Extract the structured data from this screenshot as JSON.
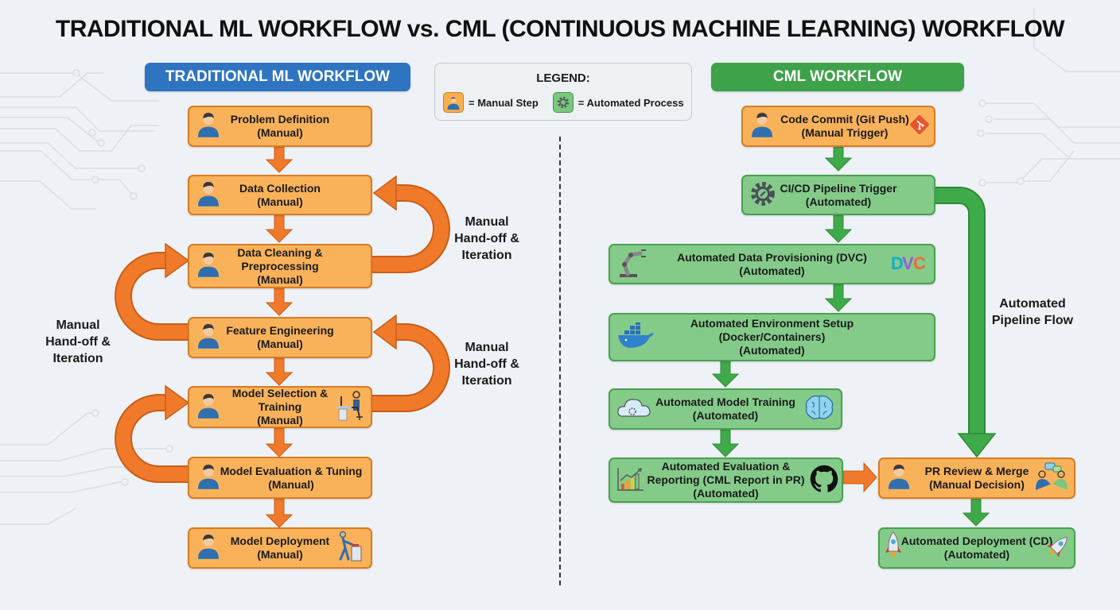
{
  "title": "TRADITIONAL ML WORKFLOW vs. CML (CONTINUOUS MACHINE LEARNING) WORKFLOW",
  "legend": {
    "title": "LEGEND:",
    "manual_label": "= Manual Step",
    "manual_icon": "person-icon",
    "automated_label": "= Automated Process",
    "automated_icon": "gear-icon"
  },
  "colors": {
    "manual_fill": "#f9b25a",
    "manual_border": "#d97c22",
    "automated_fill": "#84cb8a",
    "automated_border": "#48a150",
    "traditional_header": "#2f74c0",
    "cml_header": "#3da24a",
    "manual_arrow": "#f07a2a",
    "automated_arrow": "#3faa4a"
  },
  "traditional": {
    "header": "TRADITIONAL ML WORKFLOW",
    "steps": [
      {
        "label": "Problem Definition\n(Manual)",
        "type": "manual",
        "left_icon": "person-icon"
      },
      {
        "label": "Data Collection\n(Manual)",
        "type": "manual",
        "left_icon": "person-icon"
      },
      {
        "label": "Data Cleaning &\nPreprocessing\n(Manual)",
        "type": "manual",
        "left_icon": "person-icon"
      },
      {
        "label": "Feature Engineering\n(Manual)",
        "type": "manual",
        "left_icon": "person-icon"
      },
      {
        "label": "Model Selection &\nTraining\n(Manual)",
        "type": "manual",
        "left_icon": "person-icon",
        "right_icon": "person-at-desk-icon"
      },
      {
        "label": "Model Evaluation & Tuning\n(Manual)",
        "type": "manual",
        "left_icon": "person-icon"
      },
      {
        "label": "Model Deployment\n(Manual)",
        "type": "manual",
        "left_icon": "person-icon",
        "right_icon": "person-pressing-button-icon"
      }
    ],
    "loop_labels": [
      "Manual\nHand-off &\nIteration",
      "Manual\nHand-off &\nIteration",
      "Manual\nHand-off &\nIteration"
    ]
  },
  "cml": {
    "header": "CML WORKFLOW",
    "steps": [
      {
        "label": "Code Commit (Git Push)\n(Manual Trigger)",
        "type": "manual",
        "left_icon": "person-icon",
        "right_icon": "git-icon"
      },
      {
        "label": "CI/CD Pipeline Trigger\n(Automated)",
        "type": "automated",
        "left_icon": "gear-icon"
      },
      {
        "label": "Automated Data Provisioning (DVC)\n(Automated)",
        "type": "automated",
        "left_icon": "robot-arm-icon",
        "right_icon": "dvc-logo-icon"
      },
      {
        "label": "Automated Environment Setup\n(Docker/Containers)\n(Automated)",
        "type": "automated",
        "left_icon": "docker-whale-icon"
      },
      {
        "label": "Automated Model Training\n(Automated)",
        "type": "automated",
        "left_icon": "cloud-icon",
        "right_icon": "brain-icon"
      },
      {
        "label": "Automated Evaluation &\nReporting (CML Report in PR)\n(Automated)",
        "type": "automated",
        "left_icon": "bar-chart-icon",
        "right_icon": "github-icon"
      },
      {
        "label": "PR Review & Merge\n(Manual Decision)",
        "type": "manual",
        "left_icon": "person-icon",
        "right_icon": "discussion-icon"
      },
      {
        "label": "Automated Deployment (CD)\n(Automated)",
        "type": "automated",
        "left_icon": "rocket-icon",
        "right_icon": "rocket-icon"
      }
    ],
    "flow_label": "Automated\nPipeline Flow"
  }
}
